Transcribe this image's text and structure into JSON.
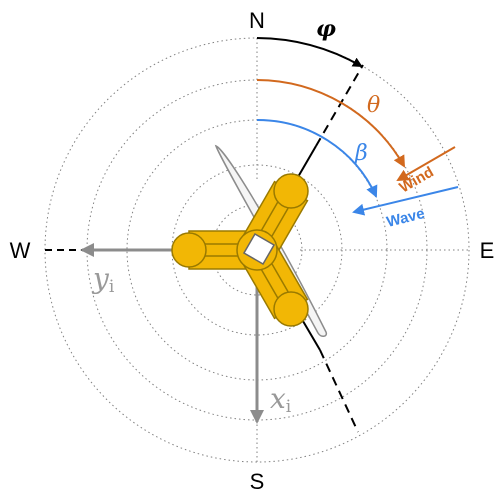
{
  "compass": {
    "north": "N",
    "south": "S",
    "east": "E",
    "west": "W"
  },
  "angles": {
    "heading": "φ",
    "wind": "θ",
    "wave": "β"
  },
  "arrows": {
    "wind": "Wind",
    "wave": "Wave"
  },
  "axes": {
    "x_main": "x",
    "x_sub": "i",
    "y_main": "y",
    "y_sub": "i"
  },
  "colors": {
    "wind": "#d2691e",
    "wave": "#3b86e8",
    "heading": "#000000",
    "floater": "#f2b705",
    "floater_outline": "#9a7a00",
    "axis": "#8c8c8c",
    "grid": "#808080"
  }
}
